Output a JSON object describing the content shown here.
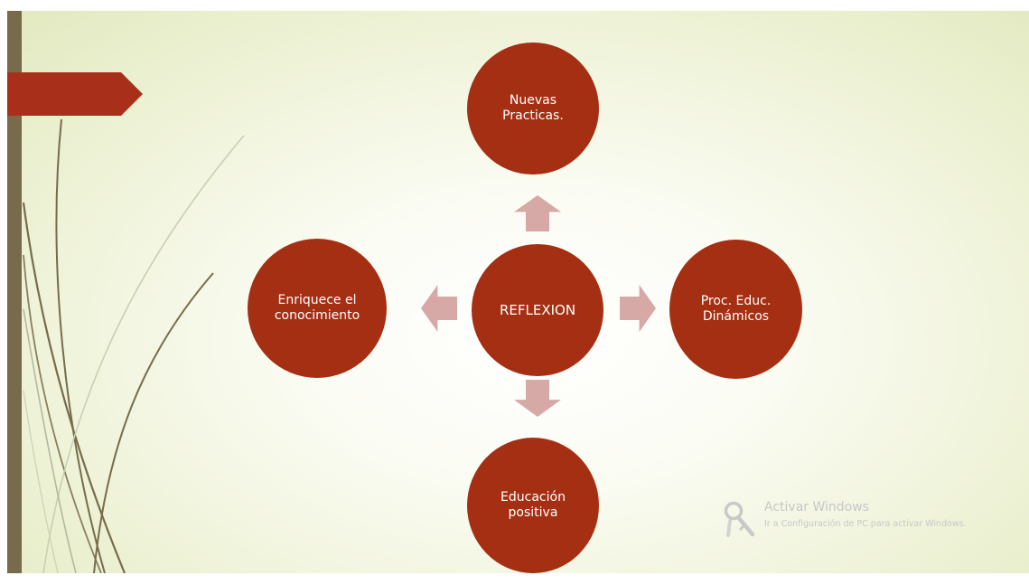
{
  "diagram": {
    "center": {
      "label": "REFLEXION"
    },
    "top": {
      "lines": [
        "Nuevas",
        "Practicas."
      ]
    },
    "left": {
      "lines": [
        "Enriquece el",
        "conocimiento"
      ]
    },
    "right": {
      "lines": [
        "Proc. Educ.",
        "Dinámicos"
      ]
    },
    "bottom": {
      "lines": [
        "Educación",
        "positiva"
      ]
    }
  },
  "watermark": {
    "title": "Activar Windows",
    "subtitle": "Ir a Configuración de PC para activar Windows.",
    "icon": "key-icon"
  },
  "colors": {
    "node": "#a52f12",
    "arrow": "#d6a8a6",
    "flag": "#a8301a",
    "left_bar": "#776b4b",
    "background": "#eef2d6"
  }
}
